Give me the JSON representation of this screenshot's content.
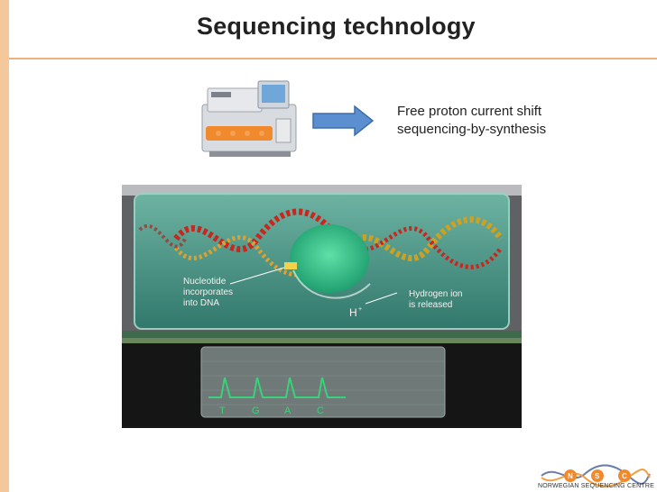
{
  "slide": {
    "title": "Sequencing technology",
    "description_lines": [
      "Free proton current shift",
      "sequencing-by-synthesis"
    ]
  },
  "illustration": {
    "label_nucleotide": [
      "Nucleotide",
      "incorporates",
      "into DNA"
    ],
    "label_hydrogen": [
      "Hydrogen ion",
      "is released"
    ],
    "label_h": "H",
    "label_h_sup": "+",
    "trace_bases": [
      "T",
      "G",
      "A",
      "C"
    ]
  },
  "logo": {
    "letters": [
      "N",
      "S",
      "C"
    ],
    "text": "NORWEGIAN SEQUENCING CENTRE"
  },
  "colors": {
    "accent_orange": "#f0b27a",
    "left_bar": "#f4c89a",
    "arrow_blue": "#4f81bd",
    "trace_green": "#39d17a"
  }
}
